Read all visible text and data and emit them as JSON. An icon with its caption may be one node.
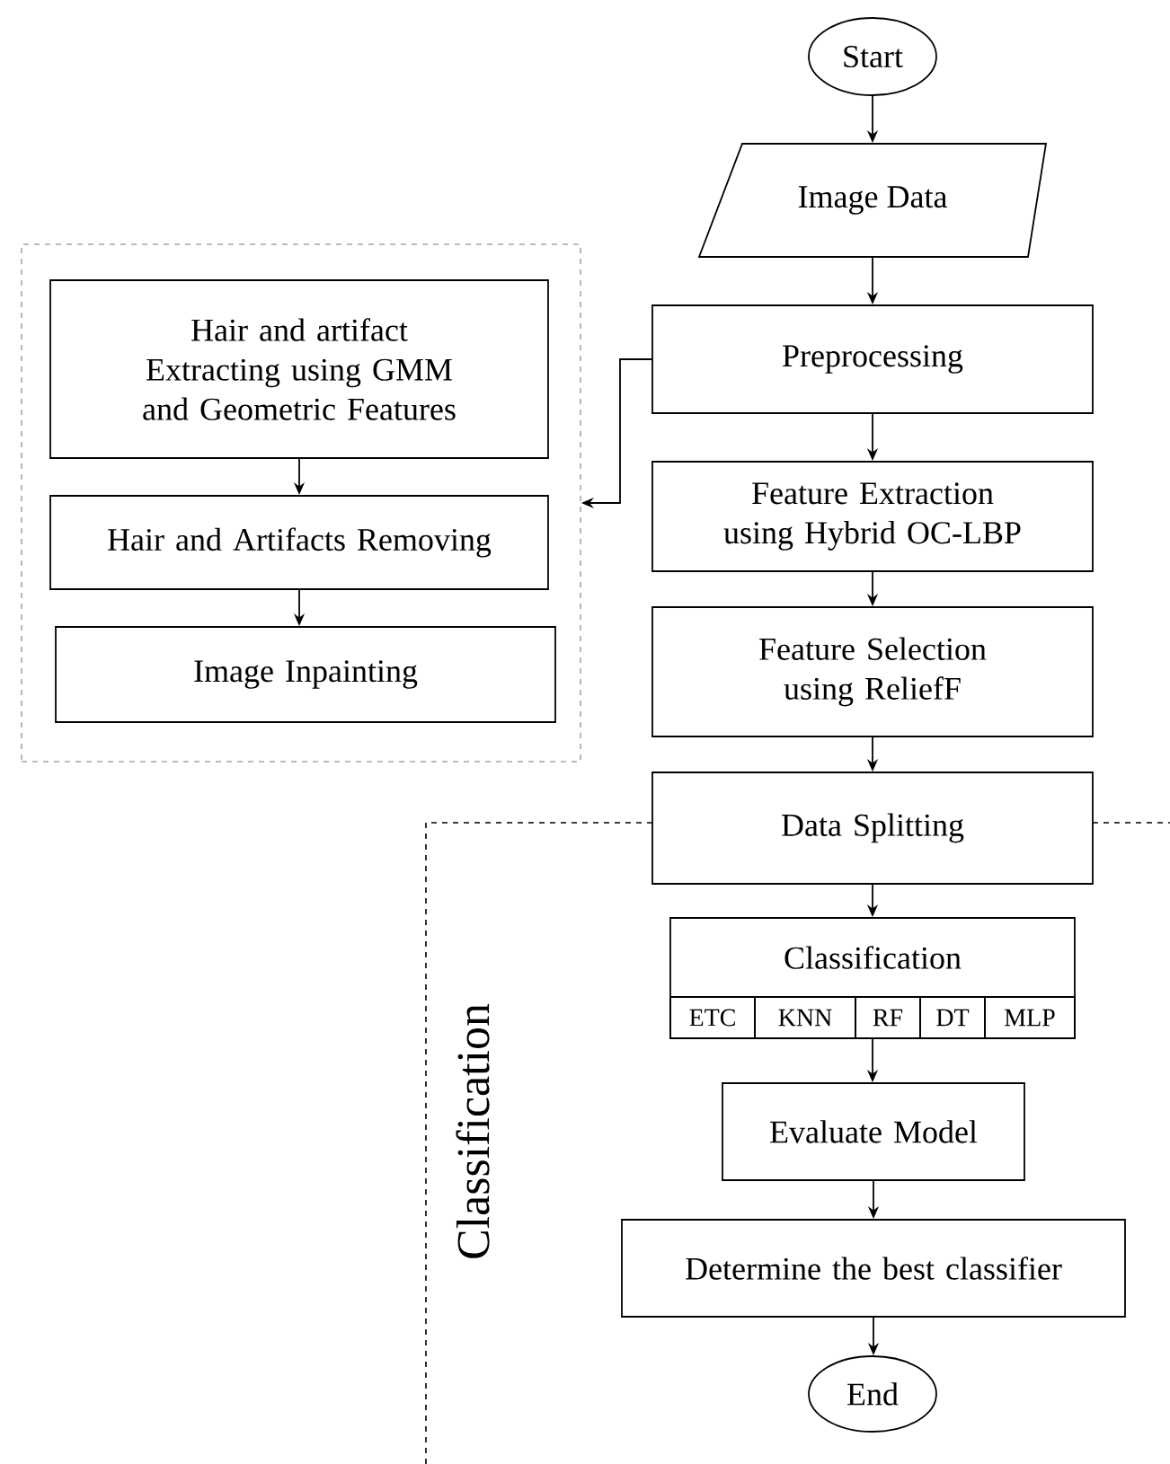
{
  "diagram": {
    "nodes": [
      {
        "text": [
          "Start"
        ]
      },
      {
        "text": [
          "Image Data"
        ]
      },
      {
        "text": [
          "Preprocessing"
        ]
      },
      {
        "text": [],
        "shape": "box"
      },
      {
        "text": [
          "Hair and artifact Extracting using GMM and Geometric Features"
        ],
        "in": 3
      },
      {
        "text": [
          "Hair and Artifacts Removing"
        ],
        "in": 3
      },
      {
        "text": [
          "Image Inpainting"
        ],
        "in": 3
      },
      {
        "text": [
          "Feature Extraction using Hybrid OC-LBP"
        ]
      },
      {
        "text": [
          "Feature Selection using ReliefF"
        ]
      },
      {
        "text": [
          "Data Splitting"
        ]
      },
      {
        "text": [
          "Classification"
        ]
      },
      {
        "text": [
          "ETC"
        ],
        "in": 10
      },
      {
        "text": [
          "KNN"
        ],
        "in": 10
      },
      {
        "text": [
          "RF"
        ],
        "in": 10
      },
      {
        "text": [
          "DT"
        ],
        "in": 10
      },
      {
        "text": [
          "MLP"
        ],
        "in": 10
      },
      {
        "text": [
          "Evaluate Model"
        ]
      },
      {
        "text": [
          "Determine the best classifier"
        ]
      },
      {
        "text": [
          "End"
        ]
      }
    ],
    "edges": [
      {
        "from": 0,
        "to": 1,
        "arrow": "to"
      },
      {
        "from": 1,
        "to": 2,
        "arrow": "to"
      },
      {
        "from": 2,
        "to": 3,
        "arrow": "to"
      },
      {
        "from": 4,
        "to": 5,
        "arrow": "to"
      },
      {
        "from": 5,
        "to": 6,
        "arrow": "to"
      },
      {
        "from": 2,
        "to": 7,
        "arrow": "to"
      },
      {
        "from": 7,
        "to": 8,
        "arrow": "to"
      },
      {
        "from": 8,
        "to": 9,
        "arrow": "to"
      },
      {
        "from": 9,
        "to": 10,
        "arrow": "to"
      },
      {
        "from": 10,
        "to": 16,
        "arrow": "to"
      },
      {
        "from": 16,
        "to": 17,
        "arrow": "to"
      },
      {
        "from": 17,
        "to": 18,
        "arrow": "to"
      }
    ],
    "labels": [
      "Classification"
    ]
  }
}
